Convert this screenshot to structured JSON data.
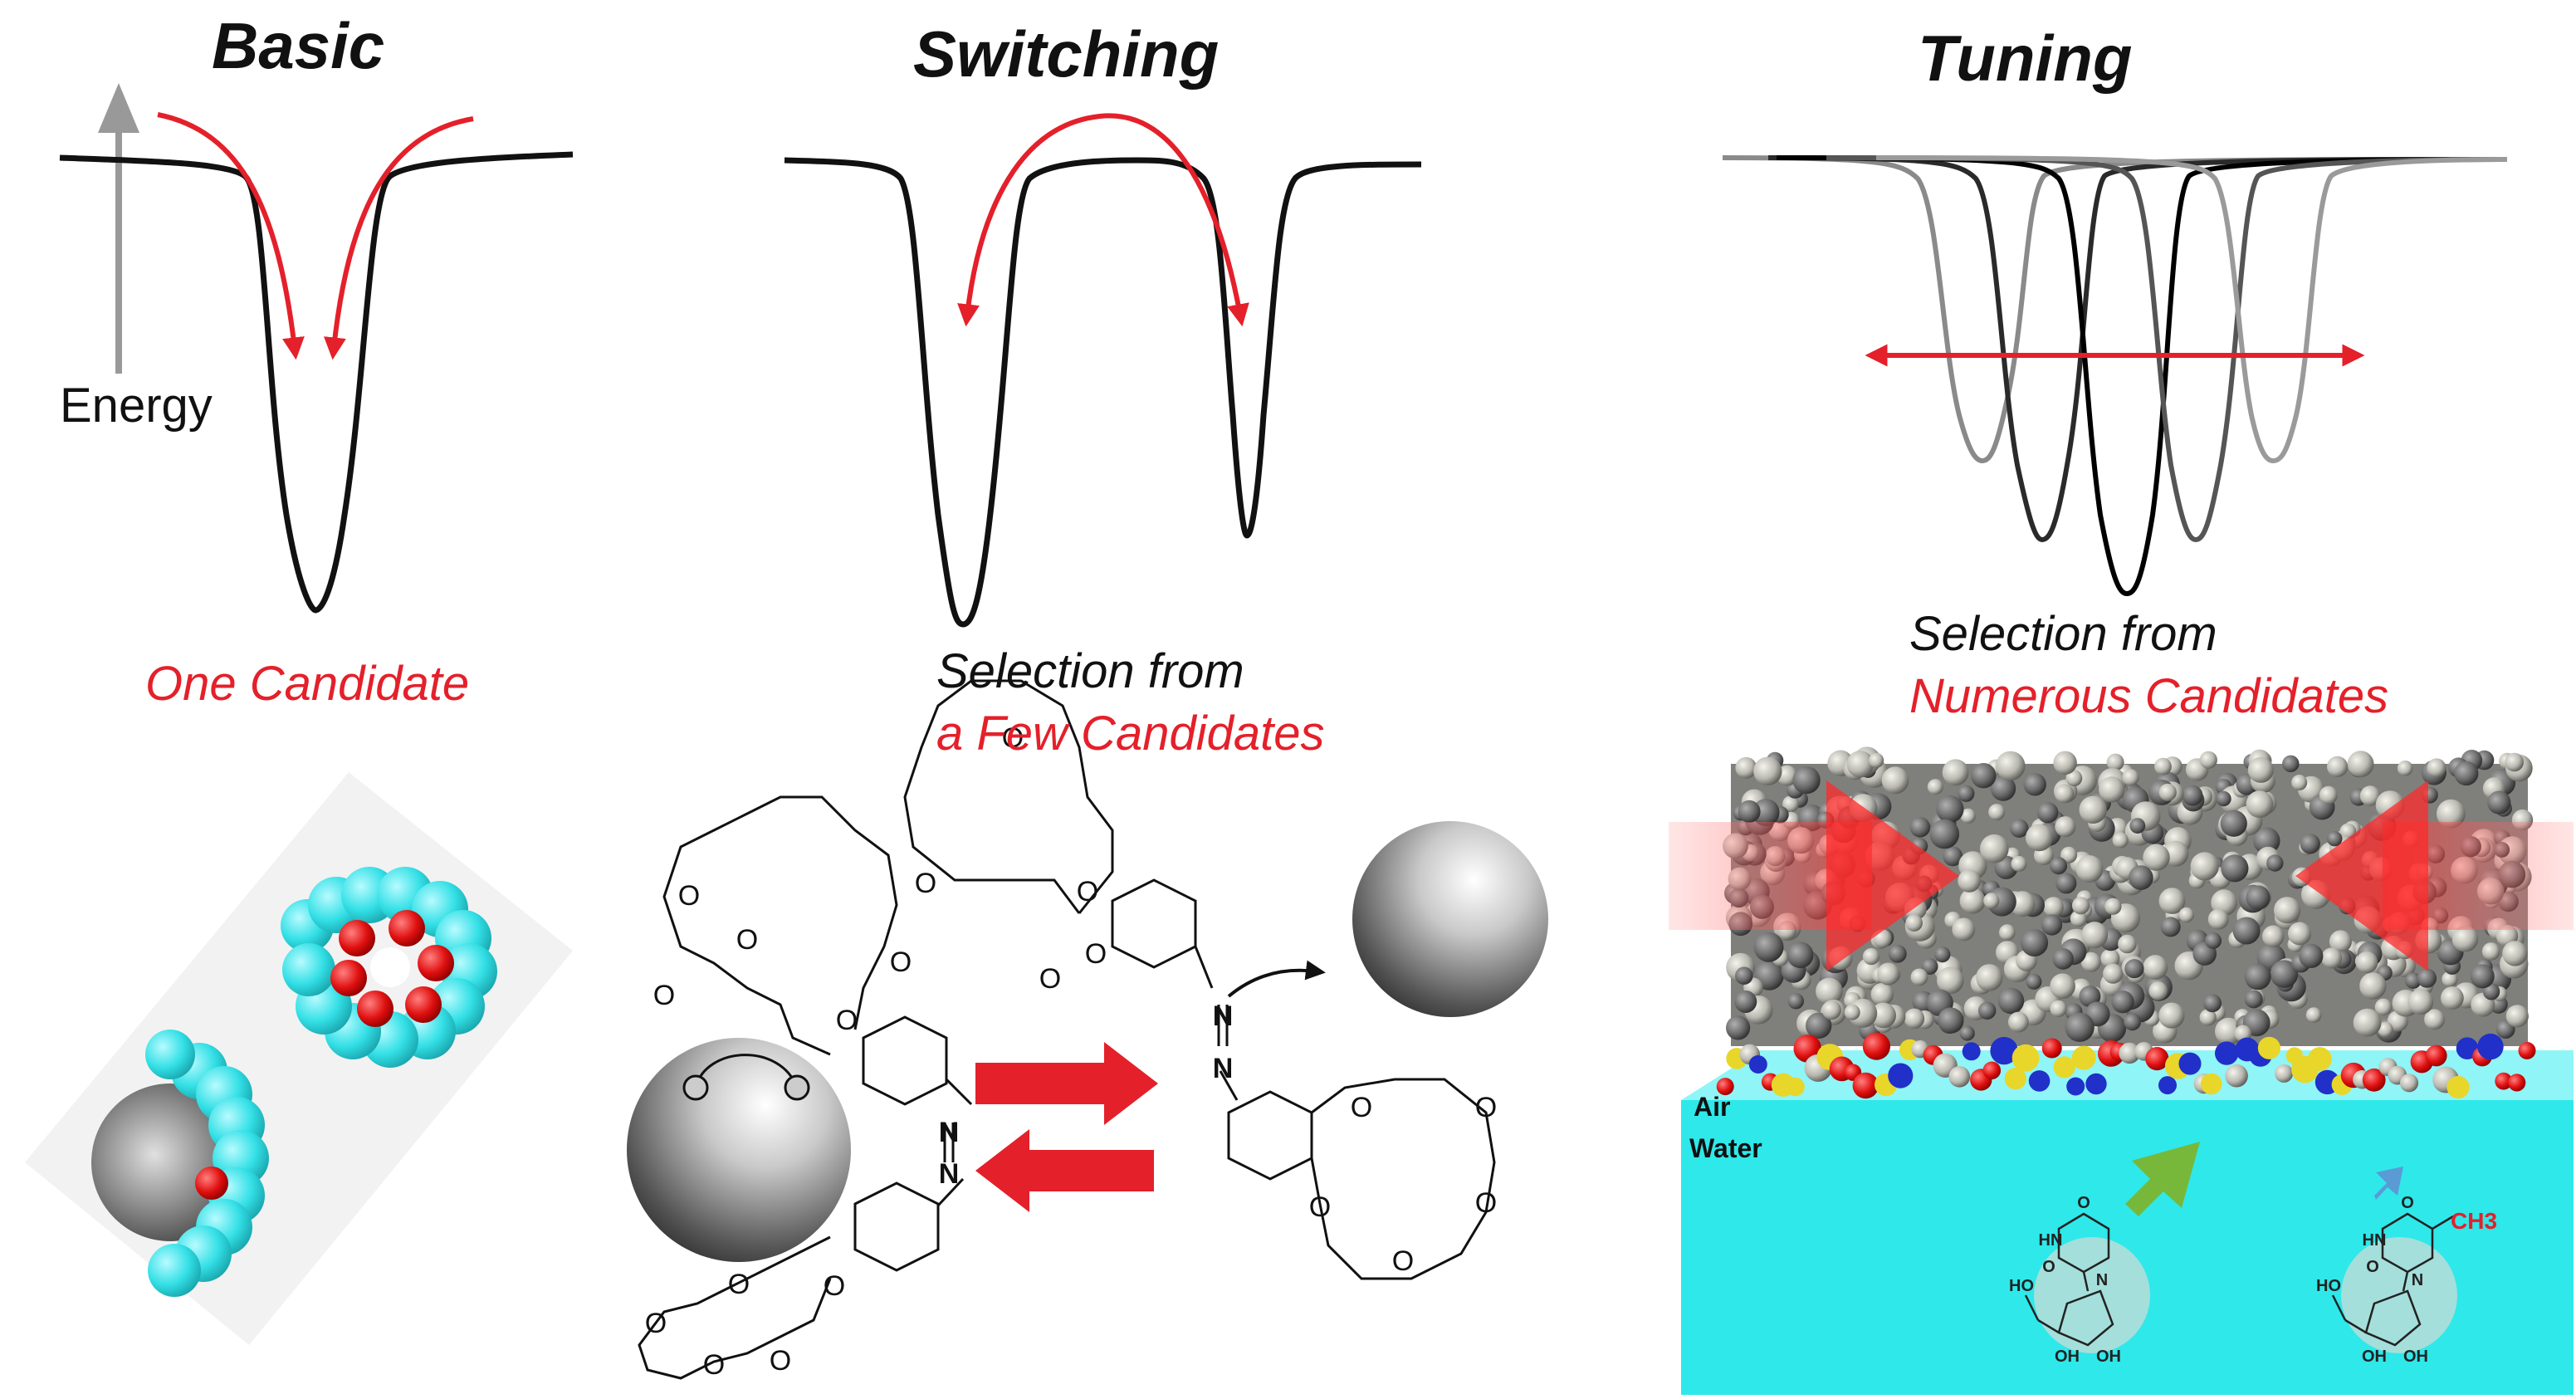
{
  "panels": {
    "basic": {
      "title": "Basic",
      "caption": "One Candidate",
      "axis_label": "Energy"
    },
    "switching": {
      "title": "Switching",
      "caption_line1": "Selection from",
      "caption_line2": "a Few Candidates"
    },
    "tuning": {
      "title": "Tuning",
      "caption_line1": "Selection from",
      "caption_line2": "Numerous Candidates"
    }
  },
  "interface": {
    "air_label": "Air",
    "water_label": "Water",
    "methyl_label": "CH3"
  },
  "colors": {
    "accent_red": "#e4202a",
    "water": "#2fe8ea",
    "cyan_atom": "#33e0e6",
    "oxygen": "#e01010",
    "green_arrow": "#77b83a",
    "blue_arrow": "#5b9bd5"
  },
  "icons": [
    "grey-up-arrow-icon",
    "red-curved-arrow-icon",
    "red-double-arrow-icon",
    "red-block-arrow-icon",
    "black-curved-arrow-icon",
    "green-arrow-icon",
    "blue-arrow-icon"
  ]
}
